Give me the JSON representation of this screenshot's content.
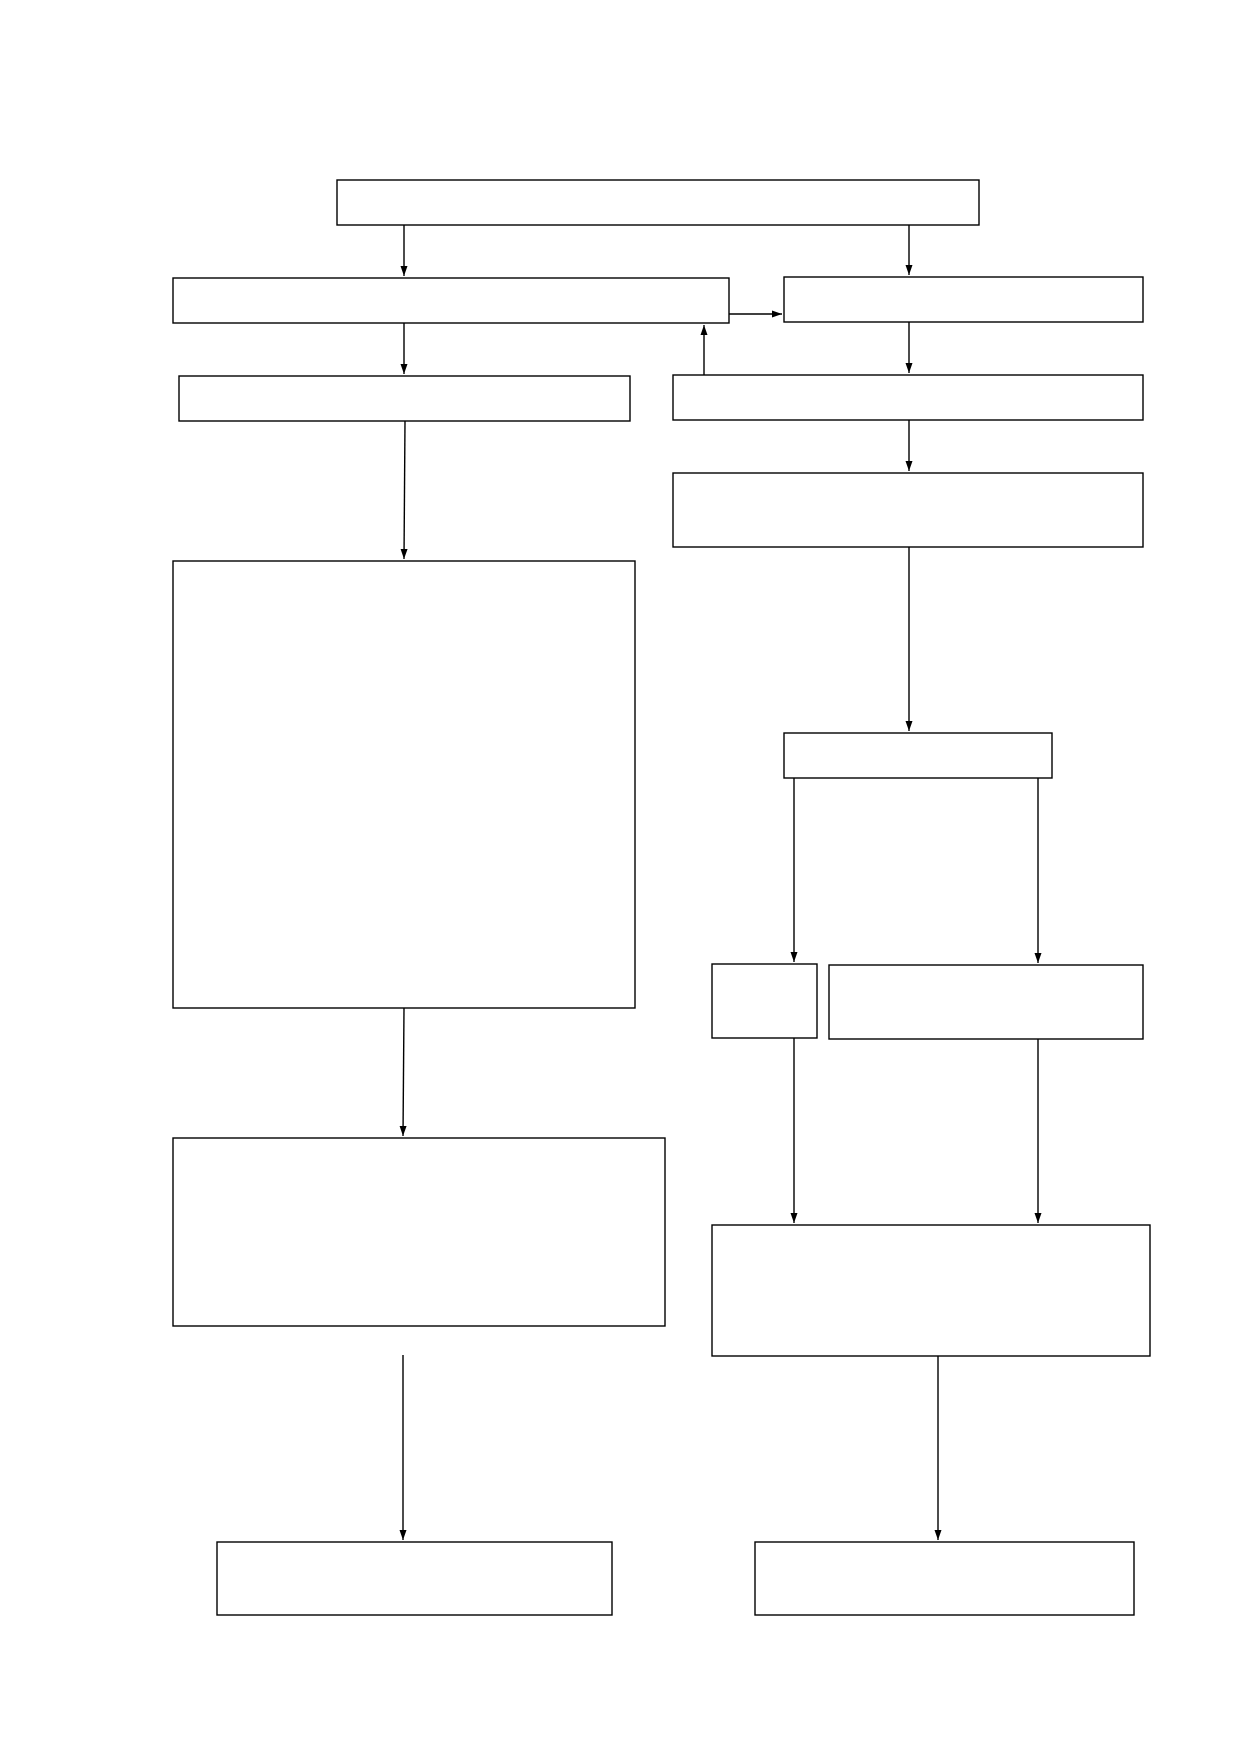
{
  "diagram": {
    "type": "flowchart",
    "colors": {
      "stroke": "#000000",
      "fill": "#ffffff",
      "background": "#ffffff"
    },
    "nodes": [
      {
        "id": "top",
        "label": ""
      },
      {
        "id": "left-1",
        "label": ""
      },
      {
        "id": "right-1",
        "label": ""
      },
      {
        "id": "left-2",
        "label": ""
      },
      {
        "id": "right-2",
        "label": ""
      },
      {
        "id": "right-3",
        "label": ""
      },
      {
        "id": "left-3",
        "label": ""
      },
      {
        "id": "right-4",
        "label": ""
      },
      {
        "id": "right-5a",
        "label": ""
      },
      {
        "id": "right-5b",
        "label": ""
      },
      {
        "id": "left-4",
        "label": ""
      },
      {
        "id": "right-6",
        "label": ""
      },
      {
        "id": "left-5",
        "label": ""
      },
      {
        "id": "right-7",
        "label": ""
      }
    ],
    "edges": [
      {
        "from": "top",
        "to": "left-1"
      },
      {
        "from": "top",
        "to": "right-1"
      },
      {
        "from": "left-1",
        "to": "right-1"
      },
      {
        "from": "left-1",
        "to": "left-2"
      },
      {
        "from": "right-2",
        "to": "left-1"
      },
      {
        "from": "right-1",
        "to": "right-2"
      },
      {
        "from": "right-2",
        "to": "right-3"
      },
      {
        "from": "left-2",
        "to": "left-3"
      },
      {
        "from": "right-3",
        "to": "right-4"
      },
      {
        "from": "right-4",
        "to": "right-5a"
      },
      {
        "from": "right-4",
        "to": "right-5b"
      },
      {
        "from": "left-3",
        "to": "left-4"
      },
      {
        "from": "right-5a",
        "to": "right-6"
      },
      {
        "from": "right-5b",
        "to": "right-6"
      },
      {
        "from": "left-4",
        "to": "left-5"
      },
      {
        "from": "right-6",
        "to": "right-7"
      }
    ]
  }
}
